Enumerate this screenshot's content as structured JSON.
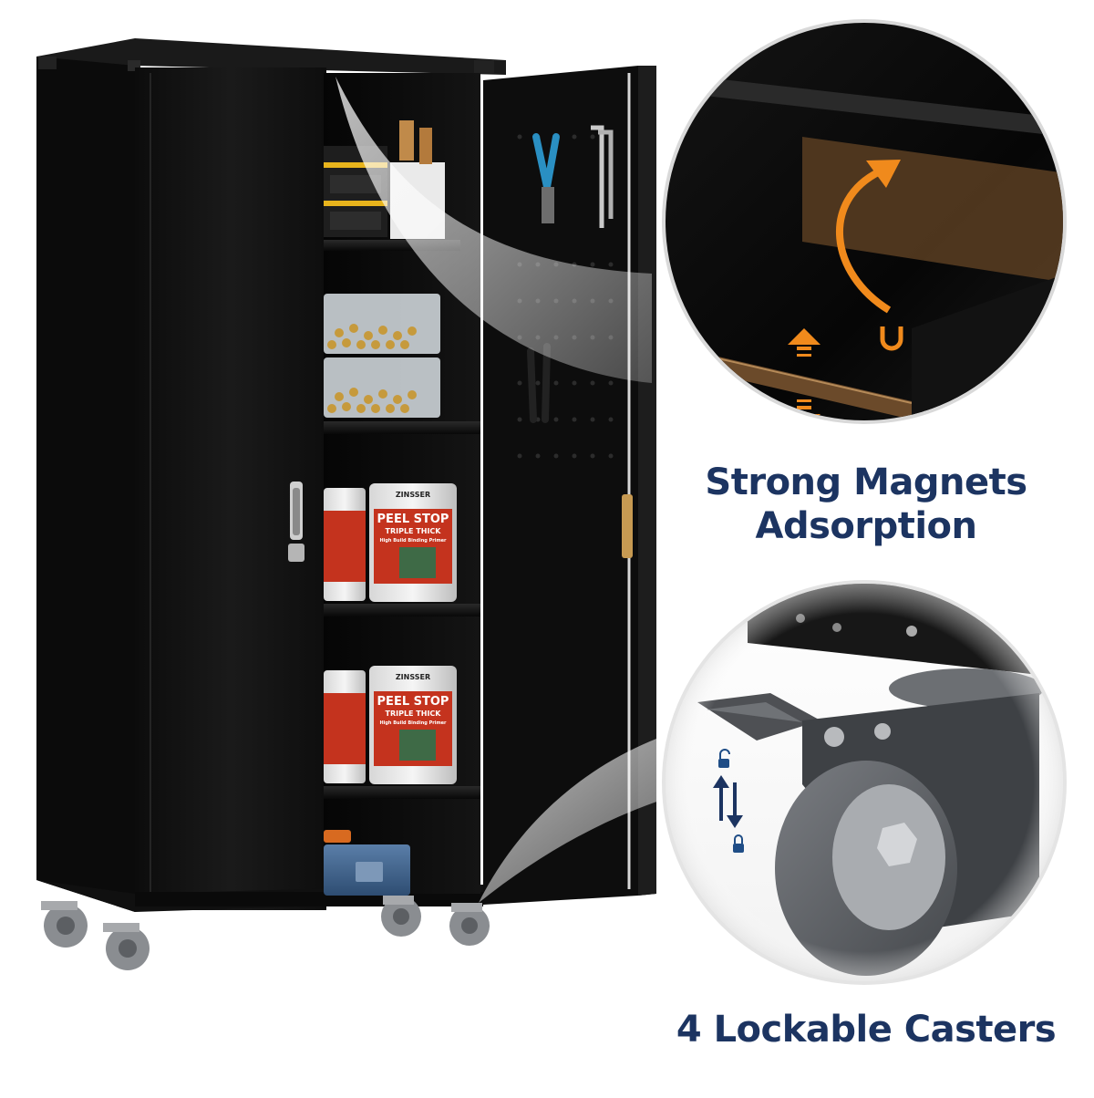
{
  "features": {
    "magnets": {
      "line1": "Strong Magnets",
      "line2": "Adsorption"
    },
    "casters": {
      "label": "4 Lockable Casters"
    }
  },
  "product_labels": {
    "brand": "ZINSSER",
    "name": "PEEL STOP",
    "subtitle": "TRIPLE THICK",
    "tagline": "High Build Binding Primer"
  },
  "colors": {
    "caption": "#1c3461",
    "cabinet": "#141414",
    "accent_arrow": "#f08a1c",
    "background": "#ffffff"
  },
  "icons": [
    "magnet-icon",
    "up-arrow-icon",
    "down-arrow-icon",
    "unlock-icon",
    "lock-icon",
    "swap-arrows-icon"
  ]
}
